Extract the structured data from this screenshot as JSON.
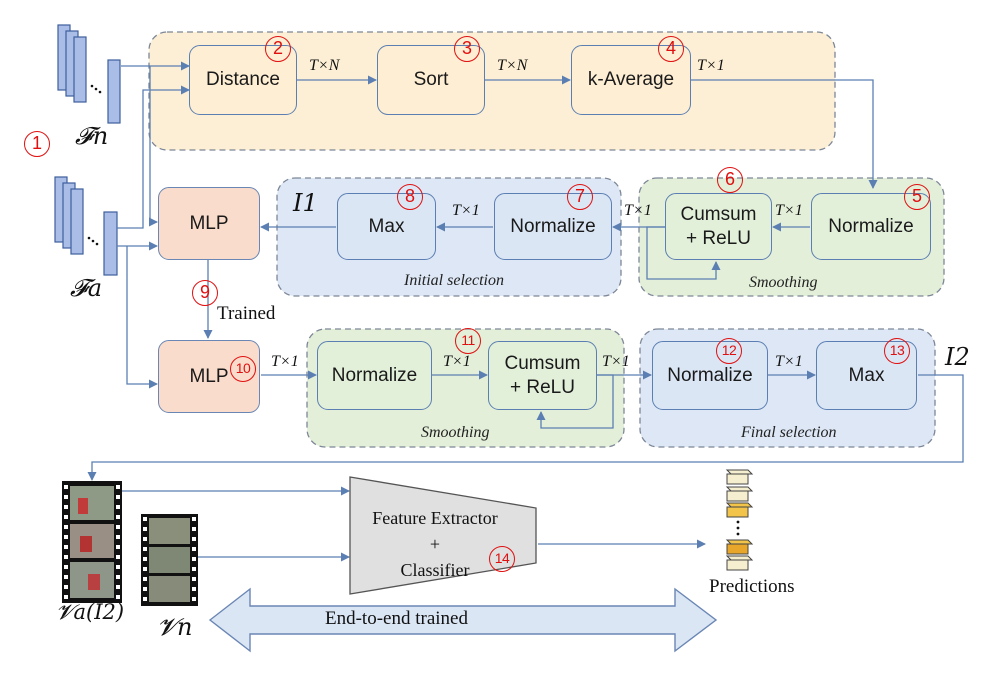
{
  "step_numbers": [
    "1",
    "2",
    "3",
    "4",
    "5",
    "6",
    "7",
    "8",
    "9",
    "10",
    "11",
    "12",
    "13",
    "14"
  ],
  "nodes": {
    "distance": "Distance",
    "sort": "Sort",
    "k_average": "k-Average",
    "normalize_smoothing1": "Normalize",
    "cumsum_relu_1": "Cumsum\n+ ReLU",
    "normalize_initial": "Normalize",
    "max_initial": "Max",
    "mlp_top": "MLP",
    "mlp_trained": "MLP",
    "normalize_smoothing2": "Normalize",
    "cumsum_relu_2": "Cumsum\n+ ReLU",
    "normalize_final": "Normalize",
    "max_final": "Max",
    "feature_extractor": "Feature Extractor\n+\nClassifier"
  },
  "dims": {
    "t_by_n": "T×N",
    "t_by_1": "T×1"
  },
  "group_captions": {
    "smoothing": "Smoothing",
    "initial_selection": "Initial selection",
    "final_selection": "Final selection"
  },
  "labels": {
    "trained": "Trained",
    "predictions": "Predictions",
    "end_to_end": "End-to-end trained",
    "f_n": "𝓕n",
    "f_a": "𝓕a",
    "v_a": "𝓥a(I2)",
    "v_n": "𝓥n",
    "i1": "I1",
    "i2": "I2"
  },
  "colors": {
    "orange_group": "#fdefd5",
    "green_group": "#e3efd9",
    "blue_group": "#dde7f5",
    "mlp_fill": "#f9dccb",
    "arrow": "#5b7fb2",
    "badge": "#e01010"
  }
}
